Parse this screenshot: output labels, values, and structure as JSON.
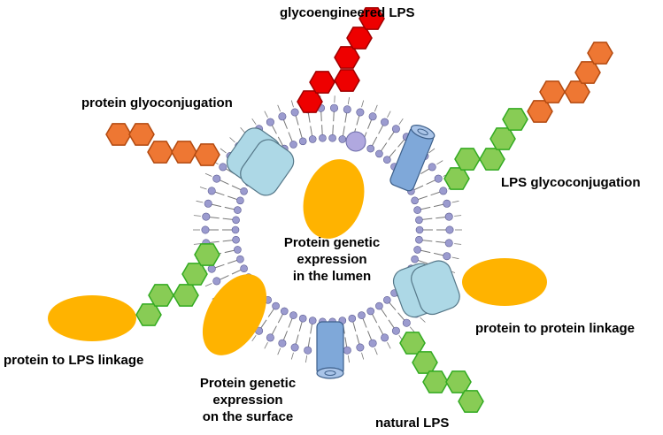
{
  "labels": {
    "glycoengineered_lps": "glycoengineered LPS",
    "protein_glyconjugation": "protein glyoconjugation",
    "lps_glycoconjugation": "LPS glycoconjugation",
    "lumen_line1": "Protein genetic",
    "lumen_line2": "expression",
    "lumen_line3": "in the lumen",
    "protein_to_protein": "protein  to protein linkage",
    "protein_to_lps": "protein  to  LPS linkage",
    "surface_line1": "Protein genetic",
    "surface_line2": "expression",
    "surface_line3": "on the surface",
    "natural_lps": "natural LPS"
  },
  "colors": {
    "red_hexagon": "#ee0000",
    "orange_hexagon": "#ee7733",
    "green_hexagon": "#88cc55",
    "green_hexagon_edge": "#33aa22",
    "protein_ellipse": "#ffb300",
    "barrel_protein": "#add8e6",
    "channel_protein": "#7fa8d9",
    "lipid_head": "#9b9bcf",
    "lipid_tail": "#777777"
  }
}
